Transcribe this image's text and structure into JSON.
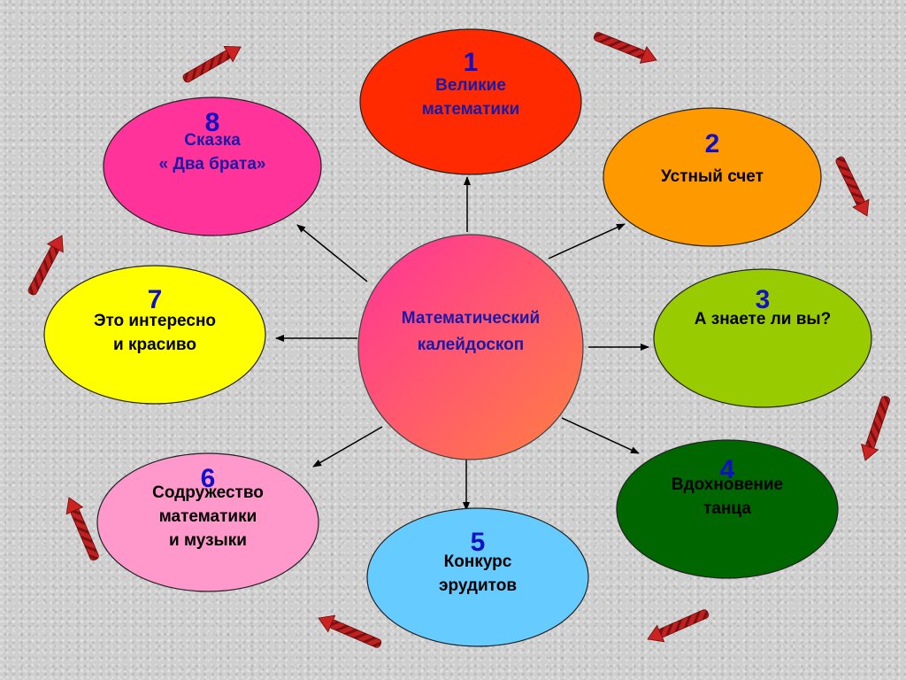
{
  "center": {
    "lines": [
      "Математический",
      "калейдоскоп"
    ],
    "color": "#1a1aa8"
  },
  "nodes": [
    {
      "number": "1",
      "lines": [
        "Великие",
        "математики"
      ],
      "fill": "#ff2a00",
      "text_color": "#1a1aa8",
      "number_color": "#1010c8"
    },
    {
      "number": "2",
      "lines": [
        "Устный счет"
      ],
      "fill": "#ff9900",
      "text_color": "#000000",
      "number_color": "#1010c8"
    },
    {
      "number": "3",
      "lines": [
        "А знаете ли вы?"
      ],
      "fill": "#99cc00",
      "text_color": "#000000",
      "number_color": "#1010c8"
    },
    {
      "number": "4",
      "lines": [
        "Вдохновение",
        "танца"
      ],
      "fill": "#006600",
      "text_color": "#000000",
      "number_color": "#1010c8"
    },
    {
      "number": "5",
      "lines": [
        "Конкурс",
        "эрудитов"
      ],
      "fill": "#66ccff",
      "text_color": "#000000",
      "number_color": "#1010c8"
    },
    {
      "number": "6",
      "lines": [
        "Содружество",
        "математики",
        "и музыки"
      ],
      "fill": "#ff99cc",
      "text_color": "#000000",
      "number_color": "#1010c8"
    },
    {
      "number": "7",
      "lines": [
        "Это интересно",
        "и красиво"
      ],
      "fill": "#ffff00",
      "text_color": "#000000",
      "number_color": "#1010c8"
    },
    {
      "number": "8",
      "lines": [
        "Сказка",
        "« Два брата»"
      ],
      "fill": "#ff3399",
      "text_color": "#1a1aa8",
      "number_color": "#1010c8"
    }
  ],
  "colors": {
    "center_gradient_start": "#ff3399",
    "center_gradient_end": "#ff8040",
    "connector": "#000000",
    "decorative_arrow": "#cc2222"
  },
  "icons": {
    "decorative_arrows": "twisted-red-arrow-icon"
  }
}
